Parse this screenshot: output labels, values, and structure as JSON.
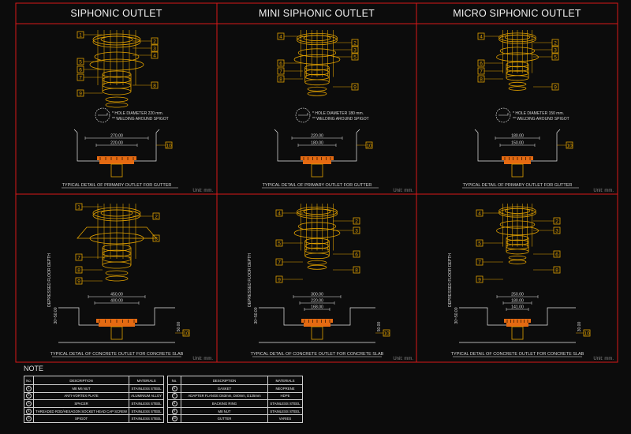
{
  "headers": [
    "SIPHONIC OUTLET",
    "MINI SIPHONIC OUTLET",
    "MICRO SIPHONIC OUTLET"
  ],
  "unit_label": "Unit: mm.",
  "gutter_caption": "TYPICAL DETAIL OF PRIMARY OUTLET FOR GUTTER",
  "slab_caption": "TYPICAL DETAIL OF CONCRETE OUTLET FOR CONCRETE SLAB",
  "hole_notes": [
    [
      "* HOLE DIAMETER 220 mm.",
      "** WELDING AROUND SPIGOT"
    ],
    [
      "* HOLE DIAMETER 180 mm.",
      "** WELDING AROUND SPIGOT"
    ],
    [
      "* HOLE DIAMETER 150 mm.",
      "** WELDING AROUND SPIGOT"
    ]
  ],
  "gutter_dims": [
    [
      "270.00",
      "220.00"
    ],
    [
      "220.00",
      "180.00"
    ],
    [
      "180.00",
      "150.00"
    ]
  ],
  "slab_dims": [
    [
      "450.00",
      "400.00"
    ],
    [
      "300.00",
      "220.00",
      "168.00"
    ],
    [
      "250.00",
      "180.00",
      "141.00"
    ]
  ],
  "slab_side_dims": [
    "50.00",
    "50.00",
    "30.00"
  ],
  "depressed_label": "DEPRESSED FLOOR DEPTH",
  "depth_values": [
    "30~50.00",
    "30~50.00",
    "30~50.00"
  ],
  "callouts": {
    "g1": [
      "1",
      "2",
      "3",
      "4",
      "5",
      "6",
      "7",
      "8",
      "9"
    ],
    "g2": [
      "4",
      "2",
      "3",
      "5",
      "6",
      "7",
      "8",
      "9"
    ],
    "g3": [
      "4",
      "2",
      "3",
      "5",
      "6",
      "7",
      "8",
      "9"
    ],
    "s1": [
      "1",
      "2",
      "3",
      "7",
      "8",
      "9"
    ],
    "s2": [
      "4",
      "2",
      "3",
      "5",
      "6",
      "7",
      "8",
      "9"
    ],
    "s3": [
      "4",
      "2",
      "3",
      "5",
      "6",
      "7",
      "8",
      "9"
    ],
    "ten": "10"
  },
  "note_title": "NOTE",
  "legend_headers": [
    "No.",
    "DESCRIPTION",
    "MATERIALS"
  ],
  "legend_left": [
    {
      "no": "1",
      "desc": "M8 M6 NUT",
      "mat": "STAINLESS STEEL"
    },
    {
      "no": "2",
      "desc": "ANTI-VORTEX PLATE",
      "mat": "ALUMINIUM ALLOY"
    },
    {
      "no": "3",
      "desc": "SPACER",
      "mat": "STAINLESS STEEL"
    },
    {
      "no": "4",
      "desc": "THREADED ROD/HEXAGON SOCKET HEAD CAP SCREW",
      "mat": "STAINLESS STEEL"
    },
    {
      "no": "5",
      "desc": "SPIGOT",
      "mat": "STAINLESS STEEL"
    }
  ],
  "legend_right": [
    {
      "no": "6",
      "desc": "GASKET",
      "mat": "NEOPRENE"
    },
    {
      "no": "7",
      "desc": "ADAPTER FLANGE D63mm, D40mm, D125mm",
      "mat": "HDPE"
    },
    {
      "no": "8",
      "desc": "BACKING RING",
      "mat": "STAINLESS STEEL"
    },
    {
      "no": "9",
      "desc": "M8 NUT",
      "mat": "STAINLESS STEEL"
    },
    {
      "no": "10",
      "desc": "GUTTER",
      "mat": "VARIES"
    }
  ],
  "colors": {
    "frame": "#d81818",
    "drawing": "#e0a000",
    "orange": "#e46a12",
    "line": "#e8e8e8",
    "label": "#d7d7d7"
  }
}
